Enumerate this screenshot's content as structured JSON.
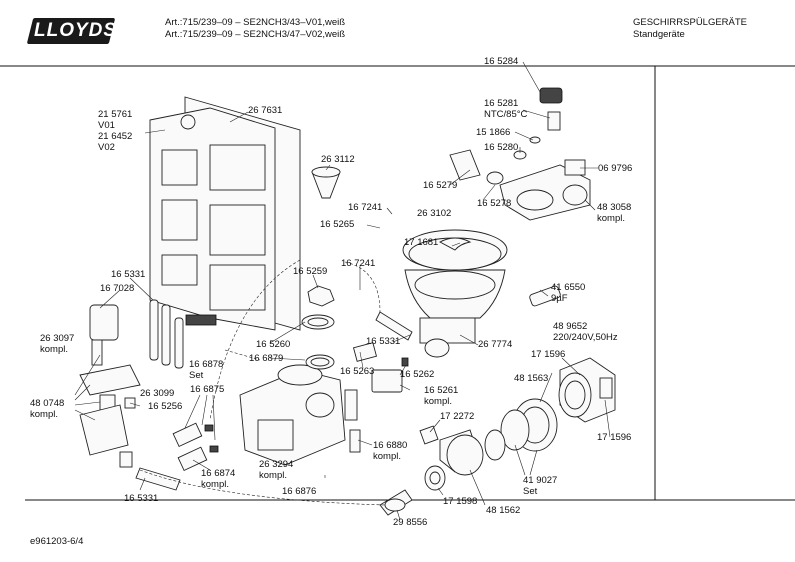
{
  "header": {
    "brand": "LLOYDS",
    "article_lines": [
      "Art.:715/239–09 – SE2NCH3/43–V01,weiß",
      "Art.:715/239–09 – SE2NCH3/47–V02,weiß"
    ],
    "category_lines": [
      "GESCHIRRSPÜLGERÄTE",
      "Standgeräte"
    ]
  },
  "footer": {
    "code": "e961203-6/4"
  },
  "parts": [
    {
      "id": "p01",
      "lines": [
        "21 5761",
        "V01",
        "21 6452",
        "V02"
      ]
    },
    {
      "id": "p02",
      "lines": [
        "26 7631"
      ]
    },
    {
      "id": "p03",
      "lines": [
        "26 3112"
      ]
    },
    {
      "id": "p04",
      "lines": [
        "16 7241"
      ]
    },
    {
      "id": "p05",
      "lines": [
        "16 5265"
      ]
    },
    {
      "id": "p06",
      "lines": [
        "26 3102"
      ]
    },
    {
      "id": "p07",
      "lines": [
        "17 1681"
      ]
    },
    {
      "id": "p08",
      "lines": [
        "16 5284"
      ]
    },
    {
      "id": "p09",
      "lines": [
        "16 5281",
        "NTC/85°C"
      ]
    },
    {
      "id": "p10",
      "lines": [
        "15 1866"
      ]
    },
    {
      "id": "p11",
      "lines": [
        "16 5280"
      ]
    },
    {
      "id": "p12",
      "lines": [
        "06 9796"
      ]
    },
    {
      "id": "p13",
      "lines": [
        "16 5279"
      ]
    },
    {
      "id": "p14",
      "lines": [
        "16 5278"
      ]
    },
    {
      "id": "p15",
      "lines": [
        "48 3058",
        "kompl."
      ]
    },
    {
      "id": "p16",
      "lines": [
        "16 7241"
      ]
    },
    {
      "id": "p17",
      "lines": [
        "16 5259"
      ]
    },
    {
      "id": "p18",
      "lines": [
        "16 5331"
      ]
    },
    {
      "id": "p19",
      "lines": [
        "16 7028"
      ]
    },
    {
      "id": "p20",
      "lines": [
        "26 3097",
        "kompl."
      ]
    },
    {
      "id": "p21",
      "lines": [
        "16 5260"
      ]
    },
    {
      "id": "p22",
      "lines": [
        "16 6878",
        "Set"
      ]
    },
    {
      "id": "p23",
      "lines": [
        "16 6879"
      ]
    },
    {
      "id": "p24",
      "lines": [
        "16 5331"
      ]
    },
    {
      "id": "p25",
      "lines": [
        "26 7774"
      ]
    },
    {
      "id": "p26",
      "lines": [
        "41 6550",
        "9µF"
      ]
    },
    {
      "id": "p27",
      "lines": [
        "48 9652",
        "220/240V,50Hz"
      ]
    },
    {
      "id": "p28",
      "lines": [
        "17 1596"
      ]
    },
    {
      "id": "p29",
      "lines": [
        "16 5263"
      ]
    },
    {
      "id": "p30",
      "lines": [
        "16 5262"
      ]
    },
    {
      "id": "p31",
      "lines": [
        "16 5261",
        "kompl."
      ]
    },
    {
      "id": "p32",
      "lines": [
        "48 1563"
      ]
    },
    {
      "id": "p33",
      "lines": [
        "26 3099"
      ]
    },
    {
      "id": "p34",
      "lines": [
        "16 6875"
      ]
    },
    {
      "id": "p35",
      "lines": [
        "48 0748",
        "kompl."
      ]
    },
    {
      "id": "p36",
      "lines": [
        "16 5256"
      ]
    },
    {
      "id": "p37",
      "lines": [
        "17 2272"
      ]
    },
    {
      "id": "p38",
      "lines": [
        "17 1596"
      ]
    },
    {
      "id": "p39",
      "lines": [
        "16 6880",
        "kompl."
      ]
    },
    {
      "id": "p40",
      "lines": [
        "26 3294",
        "kompl."
      ]
    },
    {
      "id": "p41",
      "lines": [
        "16 6874",
        "kompl."
      ]
    },
    {
      "id": "p42",
      "lines": [
        "41 9027",
        "Set"
      ]
    },
    {
      "id": "p43",
      "lines": [
        "16 6876"
      ]
    },
    {
      "id": "p44",
      "lines": [
        "17 1598"
      ]
    },
    {
      "id": "p45",
      "lines": [
        "48 1562"
      ]
    },
    {
      "id": "p46",
      "lines": [
        "16 5331"
      ]
    },
    {
      "id": "p47",
      "lines": [
        "29 8556"
      ]
    }
  ]
}
